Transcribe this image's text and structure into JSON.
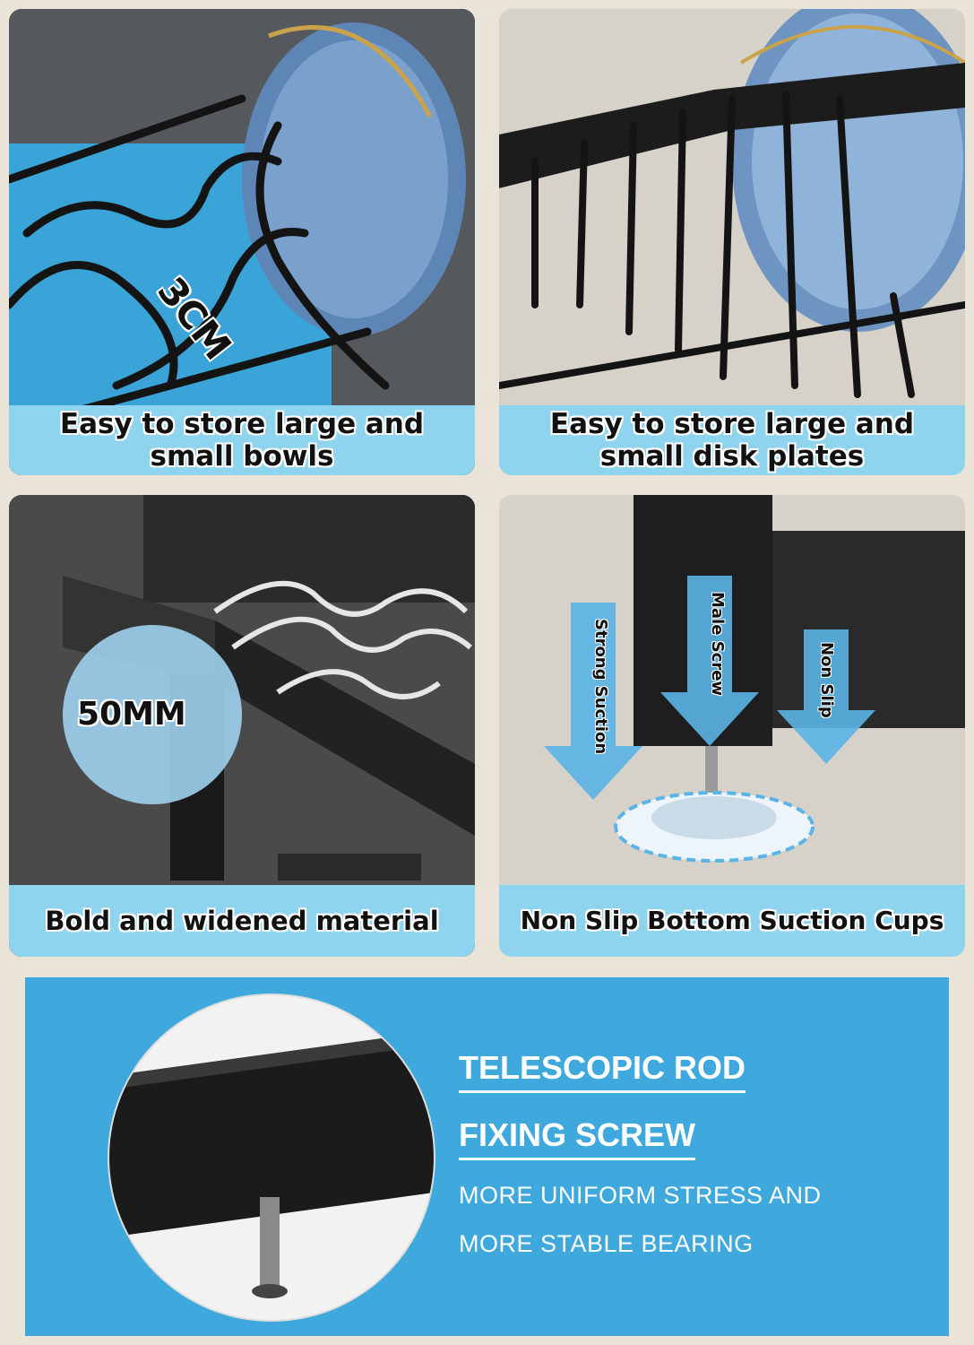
{
  "panels": [
    {
      "caption": "Easy to store large and small bowls",
      "dimension": "3CM"
    },
    {
      "caption": "Easy to store large and small disk plates"
    },
    {
      "caption": "Bold and widened material",
      "dimension": "50MM"
    },
    {
      "caption": "Non Slip Bottom Suction Cups",
      "arrows": [
        "Strong Suction",
        "Male Screw",
        "Non Slip"
      ]
    }
  ],
  "feature": {
    "heading1": "TELESCOPIC ROD",
    "heading2": "FIXING SCREW",
    "line1": "MORE UNIFORM STRESS AND",
    "line2": "MORE STABLE BEARING"
  },
  "colors": {
    "caption_bg": "#8fd4ef",
    "feature_bg": "#3fa8dc",
    "accent_blue": "#5ab4e6"
  }
}
